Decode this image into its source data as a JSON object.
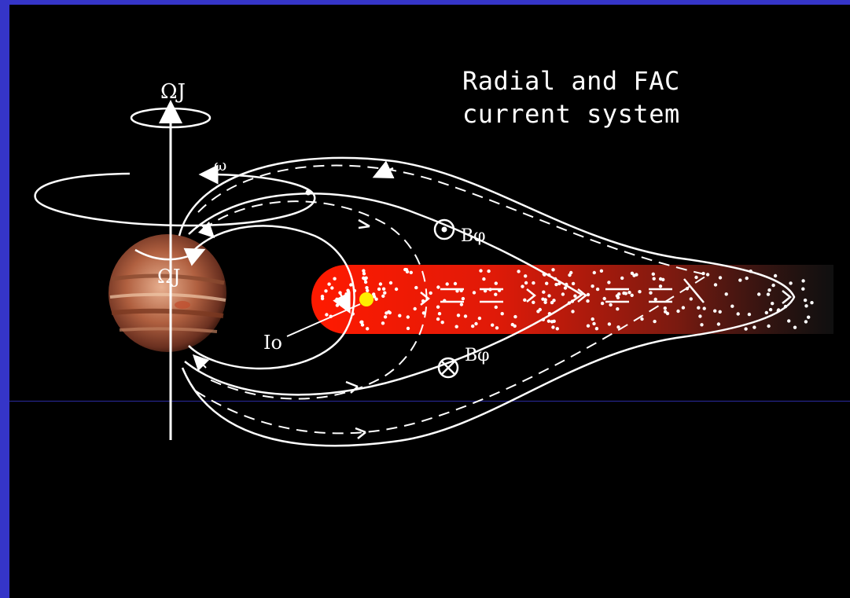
{
  "title": {
    "line1": "Radial and FAC",
    "line2": "current system"
  },
  "labels": {
    "omega_j_top": "ΩJ",
    "omega_j_star": "ΩJ",
    "omega": "ω",
    "io": "Io",
    "b_phi_top": "Bφ",
    "b_phi_bottom": "Bφ"
  },
  "colors": {
    "frame": "#3535c8",
    "background": "#000000",
    "lines": "#ffffff",
    "torus_hot": "#ff1a00",
    "io_moon": "#ffee00"
  }
}
